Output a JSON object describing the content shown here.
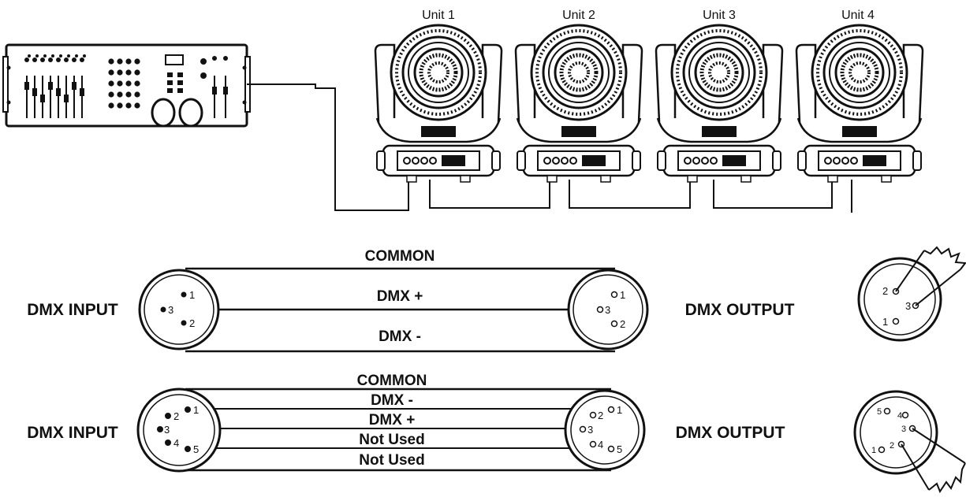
{
  "units": [
    "Unit 1",
    "Unit 2",
    "Unit 3",
    "Unit 4"
  ],
  "cable_3pin": {
    "input_label": "DMX INPUT",
    "output_label": "DMX OUTPUT",
    "wires": [
      "COMMON",
      "DMX +",
      "DMX -"
    ],
    "input_pins": [
      "1",
      "3",
      "2"
    ],
    "output_pins": [
      "1",
      "3",
      "2"
    ],
    "plug_pins": [
      "2",
      "3",
      "1"
    ]
  },
  "cable_5pin": {
    "input_label": "DMX INPUT",
    "output_label": "DMX OUTPUT",
    "wires": [
      "COMMON",
      "DMX -",
      "DMX +",
      "Not Used",
      "Not Used"
    ],
    "input_pins": [
      "1",
      "2",
      "3",
      "4",
      "5"
    ],
    "output_pins": [
      "1",
      "2",
      "3",
      "4",
      "5"
    ],
    "plug_pins": [
      "5",
      "4",
      "3",
      "2",
      "1"
    ]
  }
}
